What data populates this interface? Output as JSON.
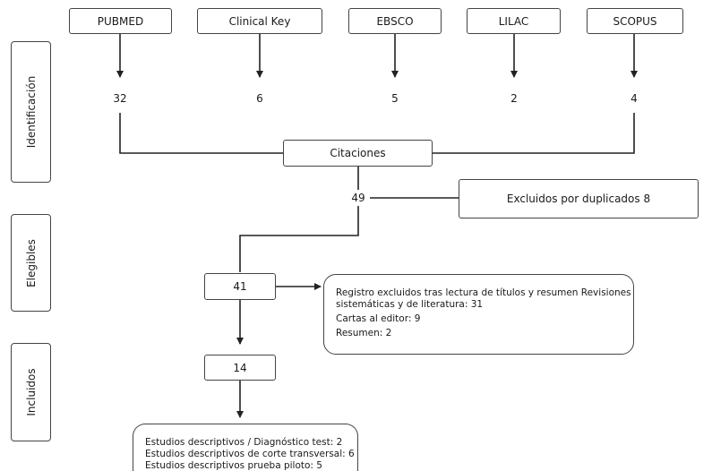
{
  "sources": [
    {
      "name": "PUBMED",
      "count": "32"
    },
    {
      "name": "Clinical Key",
      "count": "6"
    },
    {
      "name": "EBSCO",
      "count": "5"
    },
    {
      "name": "LILAC",
      "count": "2"
    },
    {
      "name": "SCOPUS",
      "count": "4"
    }
  ],
  "stages": {
    "identification": "Identificación",
    "eligible": "Elegibles",
    "included": "Incluidos"
  },
  "citations": {
    "label": "Citaciones",
    "count": "49"
  },
  "duplicates": {
    "label": "Excluidos por duplicados 8"
  },
  "eligible": {
    "count": "41"
  },
  "excluded": {
    "line1": "Registro excluidos tras lectura de títulos y resumen Revisiones",
    "line2": "sistemáticas y de literatura:  31",
    "line3": "Cartas al editor:  9",
    "line4": "Resumen:  2"
  },
  "included": {
    "count": "14",
    "line1": "Estudios descriptivos / Diagnóstico test: 2",
    "line2": "Estudios descriptivos de corte transversal: 6",
    "line3": "Estudios descriptivos prueba piloto: 5"
  }
}
